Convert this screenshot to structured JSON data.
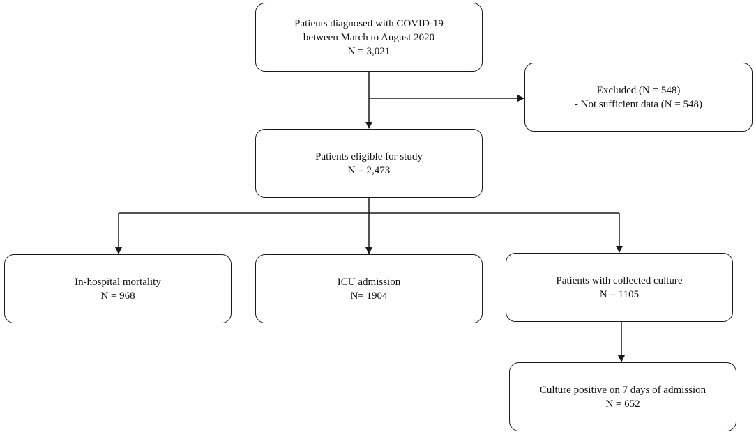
{
  "boxes": {
    "diagnosed": {
      "line1": "Patients diagnosed with COVID-19",
      "line2": "between March to August 2020",
      "count": "N = 3,021"
    },
    "excluded": {
      "line1": "Excluded (N = 548)",
      "line2": "- Not sufficient data (N = 548)"
    },
    "eligible": {
      "line1": "Patients eligible for study",
      "count": "N = 2,473"
    },
    "mortality": {
      "line1": "In-hospital mortality",
      "count": "N = 968"
    },
    "icu": {
      "line1": "ICU admission",
      "count": "N= 1904"
    },
    "culture": {
      "line1": "Patients with collected culture",
      "count": "N = 1105"
    },
    "positive": {
      "line1": "Culture positive on 7 days of admission",
      "count": "N = 652"
    }
  },
  "colors": {
    "line": "#1a1a1a",
    "box_border": "#1a1a1a",
    "background": "#ffffff"
  }
}
